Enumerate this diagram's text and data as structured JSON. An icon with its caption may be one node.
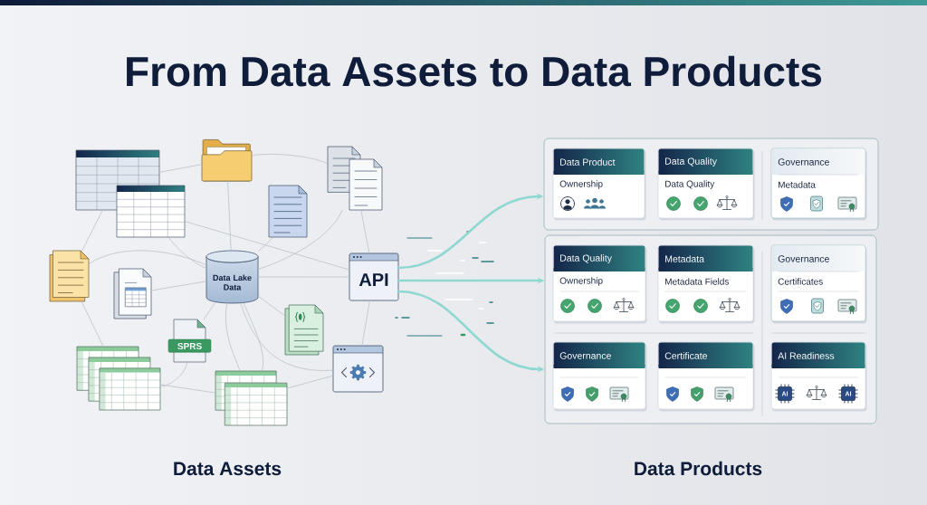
{
  "diagram": {
    "title": "From Data Assets to Data Products",
    "nodes": [
      {
        "text": [],
        "shape": "picture"
      },
      {
        "text": [],
        "shape": "picture"
      },
      {
        "text": [],
        "shape": "picture"
      },
      {
        "text": [],
        "shape": "picture"
      },
      {
        "text": [],
        "shape": "picture"
      },
      {
        "text": [],
        "shape": "picture"
      },
      {
        "text": [
          "Data Lake Data"
        ]
      },
      {
        "text": [],
        "shape": "picture"
      },
      {
        "text": [
          "API"
        ]
      },
      {
        "text": [],
        "shape": "picture"
      },
      {
        "text": [
          "SPRS"
        ]
      },
      {
        "text": [],
        "shape": "picture"
      },
      {
        "text": [],
        "shape": "picture"
      },
      {
        "text": [],
        "shape": "picture"
      },
      {
        "text": [],
        "shape": "box"
      },
      {
        "text": [
          "Data Product",
          "Ownership"
        ],
        "in": 14
      },
      {
        "text": [
          "Data Quality",
          "Data Quality"
        ],
        "in": 14
      },
      {
        "text": [
          "Governance",
          "Metadata"
        ],
        "in": 14
      },
      {
        "text": [],
        "shape": "box"
      },
      {
        "text": [
          "Data Quality",
          "Ownership"
        ],
        "in": 18
      },
      {
        "text": [
          "Metadata",
          "Metadata Fields"
        ],
        "in": 18
      },
      {
        "text": [
          "Governance",
          "Certificates"
        ],
        "in": 18
      },
      {
        "text": [
          "Governance"
        ],
        "in": 18
      },
      {
        "text": [
          "Certificate"
        ],
        "in": 18
      },
      {
        "text": [
          "AI Readiness",
          "AI",
          "AI"
        ],
        "in": 18
      }
    ],
    "edges": [
      {
        "from": 0,
        "to": 2,
        "arrow": "none"
      },
      {
        "from": 2,
        "to": 3,
        "arrow": "none"
      },
      {
        "from": 0,
        "to": 5,
        "arrow": "none"
      },
      {
        "from": 1,
        "to": 6,
        "arrow": "none"
      },
      {
        "from": 1,
        "to": 8,
        "arrow": "none"
      },
      {
        "from": 2,
        "to": 6,
        "arrow": "none"
      },
      {
        "from": 4,
        "to": 6,
        "arrow": "none"
      },
      {
        "from": 3,
        "to": 6,
        "arrow": "none"
      },
      {
        "from": 3,
        "to": 8,
        "arrow": "none"
      },
      {
        "from": 5,
        "to": 6,
        "arrow": "none"
      },
      {
        "from": 7,
        "to": 6,
        "arrow": "none"
      },
      {
        "from": 6,
        "to": 8,
        "arrow": "none"
      },
      {
        "from": 6,
        "to": 9,
        "arrow": "none"
      },
      {
        "from": 8,
        "to": 11,
        "arrow": "none"
      },
      {
        "from": 5,
        "to": 12,
        "arrow": "none"
      },
      {
        "from": 6,
        "to": 10,
        "arrow": "none"
      },
      {
        "from": 6,
        "to": 13,
        "arrow": "none"
      },
      {
        "from": 6,
        "to": 13,
        "arrow": "none"
      },
      {
        "from": 6,
        "to": 11,
        "arrow": "none"
      },
      {
        "from": 10,
        "to": 12,
        "arrow": "none"
      },
      {
        "from": 12,
        "to": 13,
        "arrow": "none"
      },
      {
        "from": 13,
        "to": 11,
        "arrow": "none"
      },
      {
        "from": 8,
        "to": 14,
        "arrow": "to",
        "style": "thick",
        "color": "#8fd8d2"
      },
      {
        "from": 8,
        "to": 18,
        "arrow": "to",
        "style": "thick",
        "color": "#8fd8d2"
      },
      {
        "from": 8,
        "to": 18,
        "arrow": "to",
        "style": "thick",
        "color": "#8fd8d2"
      }
    ],
    "labels": [
      "Data Assets",
      "Data Products"
    ]
  }
}
